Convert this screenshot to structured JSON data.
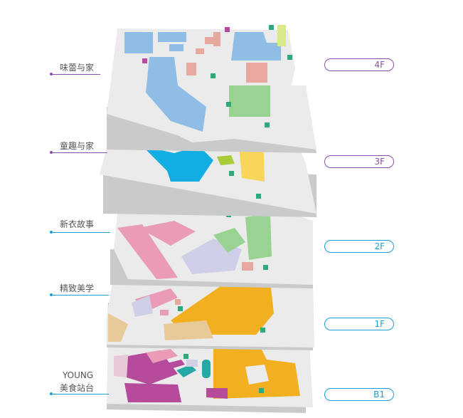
{
  "floors": [
    {
      "id": "4f",
      "name": "味蕾与家",
      "level": "4F",
      "color": "#8a4fa8"
    },
    {
      "id": "3f",
      "name": "童趣与家",
      "level": "3F",
      "color": "#8a4fa8"
    },
    {
      "id": "2f",
      "name": "新衣故事",
      "level": "2F",
      "color": "#1aa0d6"
    },
    {
      "id": "1f",
      "name": "精致美学",
      "level": "1F",
      "color": "#1aa0d6"
    },
    {
      "id": "b1",
      "name_line1": "YOUNG",
      "name_line2": "美食站台",
      "level": "B1",
      "color": "#1aa0d6"
    }
  ],
  "colors": {
    "slab": "#e9e9ea",
    "slab_side": "#c7c8ca",
    "blue": "#8fbde6",
    "cyan": "#12aee3",
    "pink": "#e99bb8",
    "salmon": "#e7a8a0",
    "green": "#98d391",
    "yellow": "#f7d65a",
    "orange": "#f2b021",
    "tan": "#e8c99a",
    "lavender": "#cfcfe8",
    "magenta": "#b64b9b",
    "teal": "#25a9a5",
    "sign_green": "#2eaa7a"
  },
  "icons": [
    "escalator-icon",
    "restroom-icon",
    "elevator-icon"
  ]
}
